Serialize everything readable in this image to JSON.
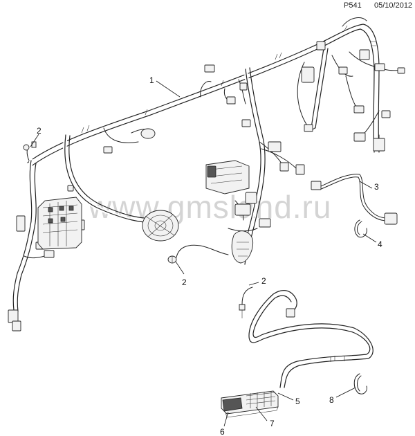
{
  "header": {
    "code": "P541",
    "date": "05/10/2012"
  },
  "watermark": "www.gmsland.ru",
  "callouts": [
    {
      "label": "1"
    },
    {
      "label": "2"
    },
    {
      "label": "2"
    },
    {
      "label": "2"
    },
    {
      "label": "3"
    },
    {
      "label": "4"
    },
    {
      "label": "5"
    },
    {
      "label": "6"
    },
    {
      "label": "7"
    },
    {
      "label": "8"
    }
  ]
}
